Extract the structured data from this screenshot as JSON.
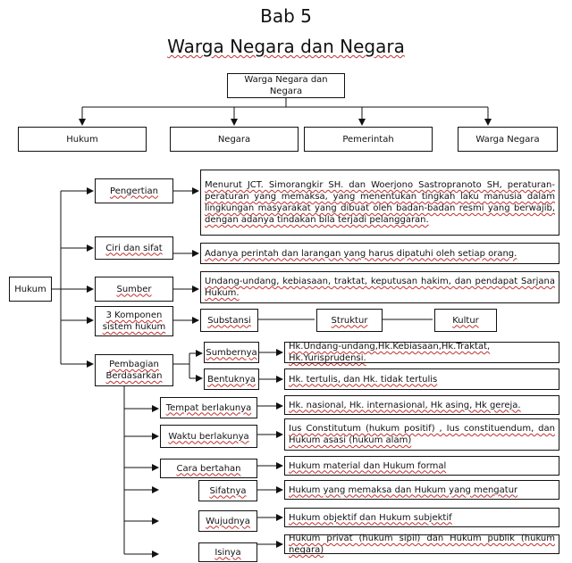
{
  "title": {
    "line1": "Bab 5",
    "line2": "Warga Negara dan Negara"
  },
  "root": {
    "label": "Warga Negara dan Negara"
  },
  "top_level": {
    "hukum": "Hukum",
    "negara": "Negara",
    "pemerintah": "Pemerintah",
    "warga_negara": "Warga Negara"
  },
  "hukum_root": {
    "label": "Hukum"
  },
  "pengertian": {
    "label": "Pengertian",
    "text": "Menurut JCT. Simorangkir SH. dan Woerjono Sastropranoto SH, peraturan-peraturan yang memaksa, yang menentukan tingkah laku manusia dalam lingkungan masyarakat yang dibuat oleh badan-badan resmi yang berwajib, dengan adanya tindakan bila terjadi pelanggaran."
  },
  "ciri": {
    "label": "Ciri dan sifat",
    "text": "Adanya perintah dan larangan yang harus dipatuhi oleh setiap orang."
  },
  "sumber": {
    "label": "Sumber",
    "text": "Undang-undang, kebiasaan, traktat, keputusan hakim, dan pendapat Sarjana Hukum."
  },
  "komponen": {
    "label": "3 Komponen sistem hukum",
    "items": [
      "Substansi",
      "Struktur",
      "Kultur"
    ]
  },
  "pembagian": {
    "label": "Pembagian Berdasarkan",
    "sumbernya": {
      "label": "Sumbernya",
      "text": "Hk.Undang-undang,Hk.Kebiasaan,Hk.Traktat, Hk.Yurisprudensi."
    },
    "bentuknya": {
      "label": "Bentuknya",
      "text": "Hk. tertulis, dan Hk. tidak tertulis"
    },
    "tempat": {
      "label": "Tempat berlakunya",
      "text": "Hk. nasional, Hk. internasional, Hk asing, Hk gereja."
    },
    "waktu": {
      "label": "Waktu berlakunya",
      "text": "Ius Constitutum (hukum positif) , Ius constituendum, dan Hukum asasi (hukum alam)"
    },
    "cara": {
      "label": "Cara bertahan",
      "text": "Hukum material dan Hukum formal"
    },
    "sifatnya": {
      "label": "Sifatnya",
      "text": "Hukum yang memaksa dan Hukum yang mengatur"
    },
    "wujudnya": {
      "label": "Wujudnya",
      "text": "Hukum objektif dan Hukum subjektif"
    },
    "isinya": {
      "label": "Isinya",
      "text": "Hukum privat (hukum sipil) dan Hukum publik (hukum negara)"
    }
  }
}
